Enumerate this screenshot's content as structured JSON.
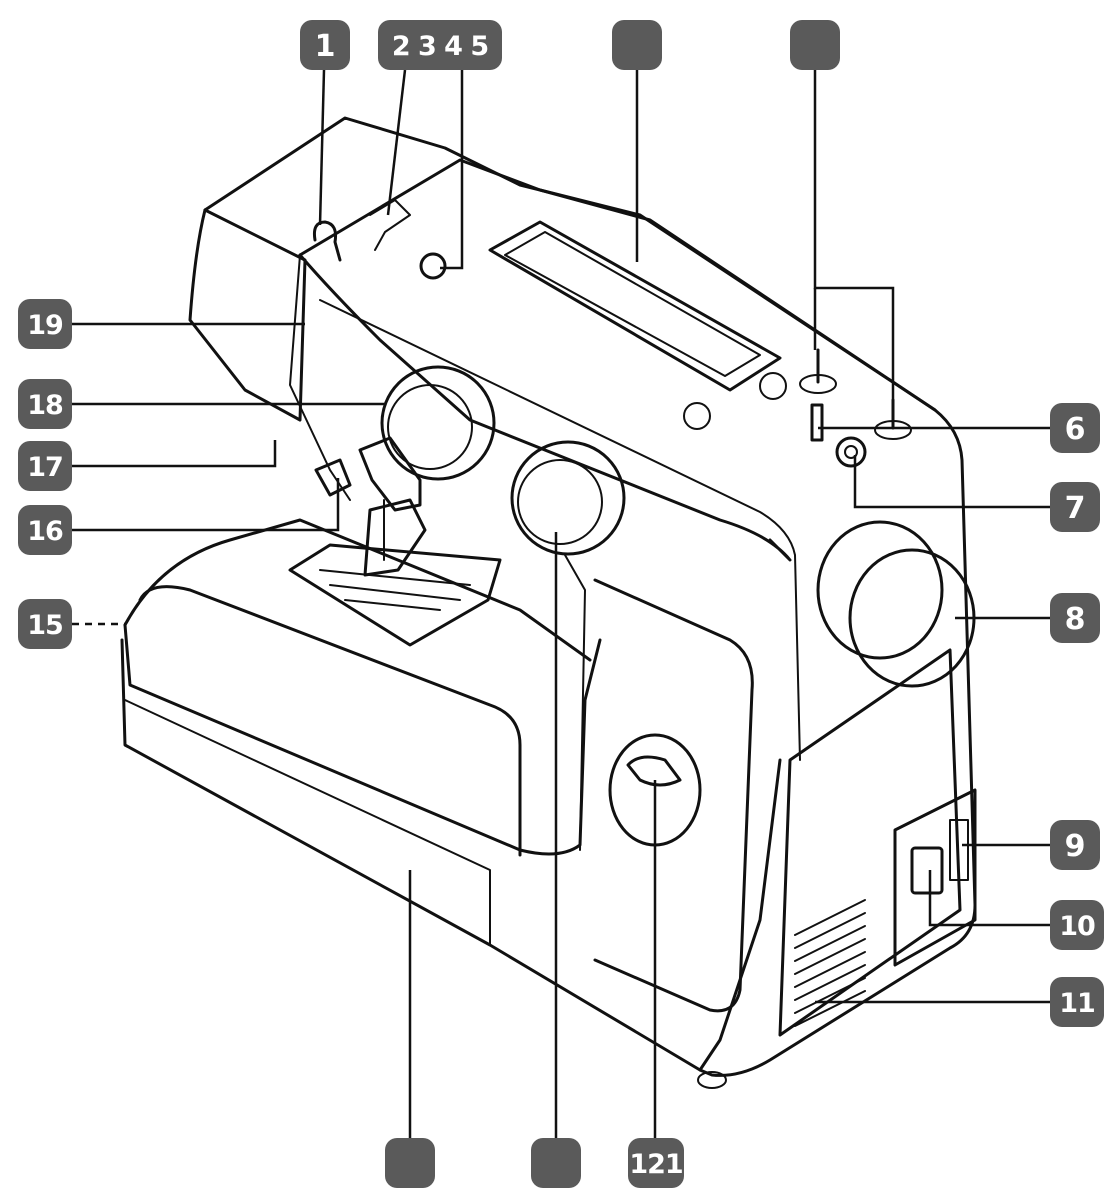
{
  "callouts": [
    {
      "id": "c1",
      "label": "1"
    },
    {
      "id": "c2345",
      "label": "2 3 4 5"
    },
    {
      "id": "ctop3",
      "label": ""
    },
    {
      "id": "ctop4",
      "label": ""
    },
    {
      "id": "c6",
      "label": "6"
    },
    {
      "id": "c7",
      "label": "7"
    },
    {
      "id": "c8",
      "label": "8"
    },
    {
      "id": "c9",
      "label": "9"
    },
    {
      "id": "c10",
      "label": "10"
    },
    {
      "id": "c11",
      "label": "11"
    },
    {
      "id": "c121",
      "label": "121"
    },
    {
      "id": "cbot2",
      "label": ""
    },
    {
      "id": "cbot1",
      "label": ""
    },
    {
      "id": "c15",
      "label": "15"
    },
    {
      "id": "c16",
      "label": "16"
    },
    {
      "id": "c17",
      "label": "17"
    },
    {
      "id": "c18",
      "label": "18"
    },
    {
      "id": "c19",
      "label": "19"
    }
  ],
  "colors": {
    "badge": "#5a5a5a",
    "line": "#111111",
    "background": "#ffffff"
  }
}
